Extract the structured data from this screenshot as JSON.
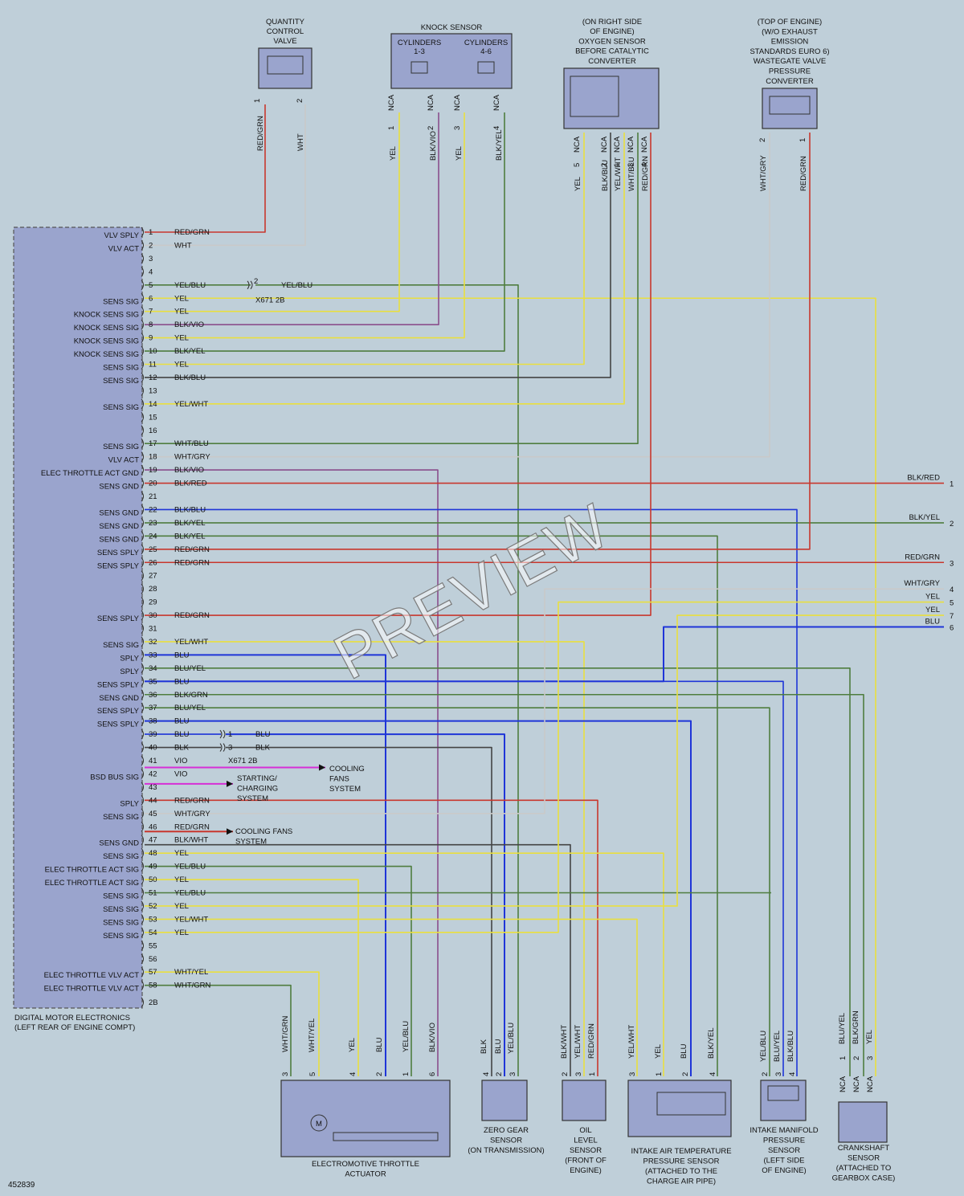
{
  "image_id": "452839",
  "watermark": "PREVIEW",
  "ecm": {
    "title_line1": "DIGITAL MOTOR ELECTRONICS",
    "title_line2": "(LEFT REAR OF ENGINE COMPT)"
  },
  "colors": {
    "RED": "#c8372d",
    "WHT": "#c9c9c9",
    "YEL": "#e9df3f",
    "BLK": "#444444",
    "VIO": "#8a4f8c",
    "BLU": "#1f35d8",
    "GRN": "#4f7d3f",
    "GRY": "#9a9a9a",
    "MAG": "#d62fd6"
  },
  "pins": [
    {
      "n": "1",
      "sig": "VLV SPLY",
      "wire": "RED/GRN",
      "c": "RED"
    },
    {
      "n": "2",
      "sig": "VLV ACT",
      "wire": "WHT",
      "c": "WHT"
    },
    {
      "n": "3",
      "sig": "",
      "wire": "",
      "c": ""
    },
    {
      "n": "4",
      "sig": "",
      "wire": "",
      "c": ""
    },
    {
      "n": "5",
      "sig": "",
      "wire": "YEL/BLU",
      "c": "GRN"
    },
    {
      "n": "6",
      "sig": "SENS SIG",
      "wire": "YEL",
      "c": "YEL"
    },
    {
      "n": "7",
      "sig": "KNOCK SENS SIG",
      "wire": "YEL",
      "c": "YEL"
    },
    {
      "n": "8",
      "sig": "KNOCK SENS SIG",
      "wire": "BLK/VIO",
      "c": "VIO"
    },
    {
      "n": "9",
      "sig": "KNOCK SENS SIG",
      "wire": "YEL",
      "c": "YEL"
    },
    {
      "n": "10",
      "sig": "KNOCK SENS SIG",
      "wire": "BLK/YEL",
      "c": "GRN"
    },
    {
      "n": "11",
      "sig": "SENS SIG",
      "wire": "YEL",
      "c": "YEL"
    },
    {
      "n": "12",
      "sig": "SENS SIG",
      "wire": "BLK/BLU",
      "c": "BLK"
    },
    {
      "n": "13",
      "sig": "",
      "wire": "",
      "c": ""
    },
    {
      "n": "14",
      "sig": "SENS SIG",
      "wire": "YEL/WHT",
      "c": "YEL"
    },
    {
      "n": "15",
      "sig": "",
      "wire": "",
      "c": ""
    },
    {
      "n": "16",
      "sig": "",
      "wire": "",
      "c": ""
    },
    {
      "n": "17",
      "sig": "SENS SIG",
      "wire": "WHT/BLU",
      "c": "GRN"
    },
    {
      "n": "18",
      "sig": "VLV ACT",
      "wire": "WHT/GRY",
      "c": "WHT"
    },
    {
      "n": "19",
      "sig": "ELEC THROTTLE ACT GND",
      "wire": "BLK/VIO",
      "c": "VIO"
    },
    {
      "n": "20",
      "sig": "SENS GND",
      "wire": "BLK/RED",
      "c": "RED"
    },
    {
      "n": "21",
      "sig": "",
      "wire": "",
      "c": ""
    },
    {
      "n": "22",
      "sig": "SENS GND",
      "wire": "BLK/BLU",
      "c": "BLU"
    },
    {
      "n": "23",
      "sig": "SENS GND",
      "wire": "BLK/YEL",
      "c": "GRN"
    },
    {
      "n": "24",
      "sig": "SENS GND",
      "wire": "BLK/YEL",
      "c": "GRN"
    },
    {
      "n": "25",
      "sig": "SENS SPLY",
      "wire": "RED/GRN",
      "c": "RED"
    },
    {
      "n": "26",
      "sig": "SENS SPLY",
      "wire": "RED/GRN",
      "c": "RED"
    },
    {
      "n": "27",
      "sig": "",
      "wire": "",
      "c": "WHT"
    },
    {
      "n": "28",
      "sig": "",
      "wire": "",
      "c": "WHT"
    },
    {
      "n": "29",
      "sig": "",
      "wire": "",
      "c": "YEL"
    },
    {
      "n": "30",
      "sig": "SENS SPLY",
      "wire": "RED/GRN",
      "c": "RED"
    },
    {
      "n": "31",
      "sig": "",
      "wire": "",
      "c": ""
    },
    {
      "n": "32",
      "sig": "SENS SIG",
      "wire": "YEL/WHT",
      "c": "YEL"
    },
    {
      "n": "33",
      "sig": "SPLY",
      "wire": "BLU",
      "c": "BLU"
    },
    {
      "n": "34",
      "sig": "SPLY",
      "wire": "BLU/YEL",
      "c": "GRN"
    },
    {
      "n": "35",
      "sig": "SENS SPLY",
      "wire": "BLU",
      "c": "BLU"
    },
    {
      "n": "36",
      "sig": "SENS GND",
      "wire": "BLK/GRN",
      "c": "GRN"
    },
    {
      "n": "37",
      "sig": "SENS SPLY",
      "wire": "BLU/YEL",
      "c": "GRN"
    },
    {
      "n": "38",
      "sig": "SENS SPLY",
      "wire": "BLU",
      "c": "BLU"
    },
    {
      "n": "39",
      "sig": "",
      "wire": "BLU",
      "c": "BLU"
    },
    {
      "n": "40",
      "sig": "",
      "wire": "BLK",
      "c": "BLK"
    },
    {
      "n": "41",
      "sig": "",
      "wire": "VIO",
      "c": "MAG"
    },
    {
      "n": "42",
      "sig": "BSD BUS SIG",
      "wire": "VIO",
      "c": "MAG"
    },
    {
      "n": "43",
      "sig": "",
      "wire": "",
      "c": "MAG"
    },
    {
      "n": "44",
      "sig": "SPLY",
      "wire": "RED/GRN",
      "c": "RED"
    },
    {
      "n": "45",
      "sig": "SENS SIG",
      "wire": "WHT/GRY",
      "c": "WHT"
    },
    {
      "n": "46",
      "sig": "",
      "wire": "RED/GRN",
      "c": "RED"
    },
    {
      "n": "47",
      "sig": "SENS GND",
      "wire": "BLK/WHT",
      "c": "BLK"
    },
    {
      "n": "48",
      "sig": "SENS SIG",
      "wire": "YEL",
      "c": "YEL"
    },
    {
      "n": "49",
      "sig": "ELEC THROTTLE ACT SIG",
      "wire": "YEL/BLU",
      "c": "GRN"
    },
    {
      "n": "50",
      "sig": "ELEC THROTTLE ACT SIG",
      "wire": "YEL",
      "c": "YEL"
    },
    {
      "n": "51",
      "sig": "SENS SIG",
      "wire": "YEL/BLU",
      "c": "GRN"
    },
    {
      "n": "52",
      "sig": "SENS SIG",
      "wire": "YEL",
      "c": "YEL"
    },
    {
      "n": "53",
      "sig": "SENS SIG",
      "wire": "YEL/WHT",
      "c": "YEL"
    },
    {
      "n": "54",
      "sig": "SENS SIG",
      "wire": "YEL",
      "c": "YEL"
    },
    {
      "n": "55",
      "sig": "",
      "wire": "",
      "c": ""
    },
    {
      "n": "56",
      "sig": "",
      "wire": "",
      "c": ""
    },
    {
      "n": "57",
      "sig": "ELEC THROTTLE VLV ACT",
      "wire": "WHT/YEL",
      "c": "YEL"
    },
    {
      "n": "58",
      "sig": "ELEC THROTTLE VLV ACT",
      "wire": "WHT/GRN",
      "c": "GRN"
    },
    {
      "n": "2B",
      "sig": "",
      "wire": "",
      "c": ""
    }
  ],
  "splices": {
    "s1": {
      "pin": "2",
      "wire": "YEL/BLU",
      "conn": "X671 2B"
    },
    "s2": {
      "pin1": "1",
      "wire1": "BLU",
      "pin3": "3",
      "wire3": "BLK",
      "conn": "X671 2B"
    }
  },
  "arrows": {
    "cooling_fans_1": [
      "COOLING",
      "FANS",
      "SYSTEM"
    ],
    "starting_charging": [
      "STARTING/",
      "CHARGING",
      "SYSTEM"
    ],
    "cooling_fans_2": [
      "COOLING FANS",
      "SYSTEM"
    ]
  },
  "right_exits": [
    {
      "n": "1",
      "wire": "BLK/RED"
    },
    {
      "n": "2",
      "wire": "BLK/YEL"
    },
    {
      "n": "3",
      "wire": "RED/GRN"
    },
    {
      "n": "4",
      "wire": "WHT/GRY"
    },
    {
      "n": "5",
      "wire": "YEL"
    },
    {
      "n": "6",
      "wire": "BLU"
    },
    {
      "n": "7",
      "wire": "YEL"
    }
  ],
  "components": {
    "qcv": {
      "title": [
        "QUANTITY",
        "CONTROL",
        "VALVE"
      ],
      "pins": [
        "1",
        "2"
      ],
      "wires": [
        "RED/GRN",
        "WHT"
      ]
    },
    "knock": {
      "title": "KNOCK SENSOR",
      "cyl_a": [
        "CYLINDERS",
        "1-3"
      ],
      "cyl_b": [
        "CYLINDERS",
        "4-6"
      ],
      "pins": [
        "1",
        "2",
        "3",
        "4"
      ],
      "nca": "NCA",
      "wires": [
        "YEL",
        "BLK/VIO",
        "YEL",
        "BLK/YEL"
      ]
    },
    "o2": {
      "title": [
        "(ON RIGHT SIDE",
        "OF ENGINE)",
        "OXYGEN SENSOR",
        "BEFORE CATALYTIC",
        "CONVERTER"
      ],
      "pins": [
        "5",
        "2",
        "1",
        "3",
        "4"
      ],
      "nca": "NCA",
      "wires": [
        "YEL",
        "BLK/BLU",
        "YEL/WHT",
        "WHT/BLU",
        "RED/GRN"
      ]
    },
    "wastegate": {
      "title": [
        "(TOP OF ENGINE)",
        "(W/O EXHAUST",
        "EMISSION",
        "STANDARDS EURO 6)",
        "WASTEGATE VALVE",
        "PRESSURE",
        "CONVERTER"
      ],
      "pins": [
        "2",
        "1"
      ],
      "wires": [
        "WHT/GRY",
        "RED/GRN"
      ]
    },
    "throttle": {
      "title": [
        "ELECTROMOTIVE THROTTLE",
        "ACTUATOR"
      ],
      "pins": [
        "3",
        "5",
        "4",
        "2",
        "1",
        "6"
      ],
      "wires": [
        "WHT/GRN",
        "WHT/YEL",
        "YEL",
        "BLU",
        "YEL/BLU",
        "BLK/VIO"
      ],
      "motor": "M"
    },
    "zerogear": {
      "title": [
        "ZERO GEAR",
        "SENSOR",
        "(ON TRANSMISSION)"
      ],
      "pins": [
        "4",
        "2",
        "3"
      ],
      "wires": [
        "BLK",
        "BLU",
        "YEL/BLU"
      ]
    },
    "oil": {
      "title": [
        "OIL",
        "LEVEL",
        "SENSOR",
        "(FRONT OF",
        "ENGINE)"
      ],
      "pins": [
        "2",
        "3",
        "1"
      ],
      "wires": [
        "BLK/WHT",
        "YEL/WHT",
        "RED/GRN"
      ]
    },
    "iat": {
      "title": [
        "INTAKE AIR TEMPERATURE",
        "PRESSURE SENSOR",
        "(ATTACHED TO THE",
        "CHARGE AIR PIPE)"
      ],
      "pins": [
        "3",
        "1",
        "2",
        "4"
      ],
      "wires": [
        "YEL/WHT",
        "YEL",
        "BLU",
        "BLK/YEL"
      ]
    },
    "map": {
      "title": [
        "INTAKE MANIFOLD",
        "PRESSURE",
        "SENSOR",
        "(LEFT SIDE",
        "OF ENGINE)"
      ],
      "pins": [
        "2",
        "3",
        "4"
      ],
      "wires": [
        "YEL/BLU",
        "BLU/YEL",
        "BLK/BLU"
      ]
    },
    "crank": {
      "title": [
        "CRANKSHAFT",
        "SENSOR",
        "(ATTACHED TO",
        "GEARBOX CASE)"
      ],
      "pins": [
        "1",
        "2",
        "3"
      ],
      "nca": "NCA",
      "wires": [
        "BLU/YEL",
        "BLK/GRN",
        "YEL"
      ]
    }
  }
}
